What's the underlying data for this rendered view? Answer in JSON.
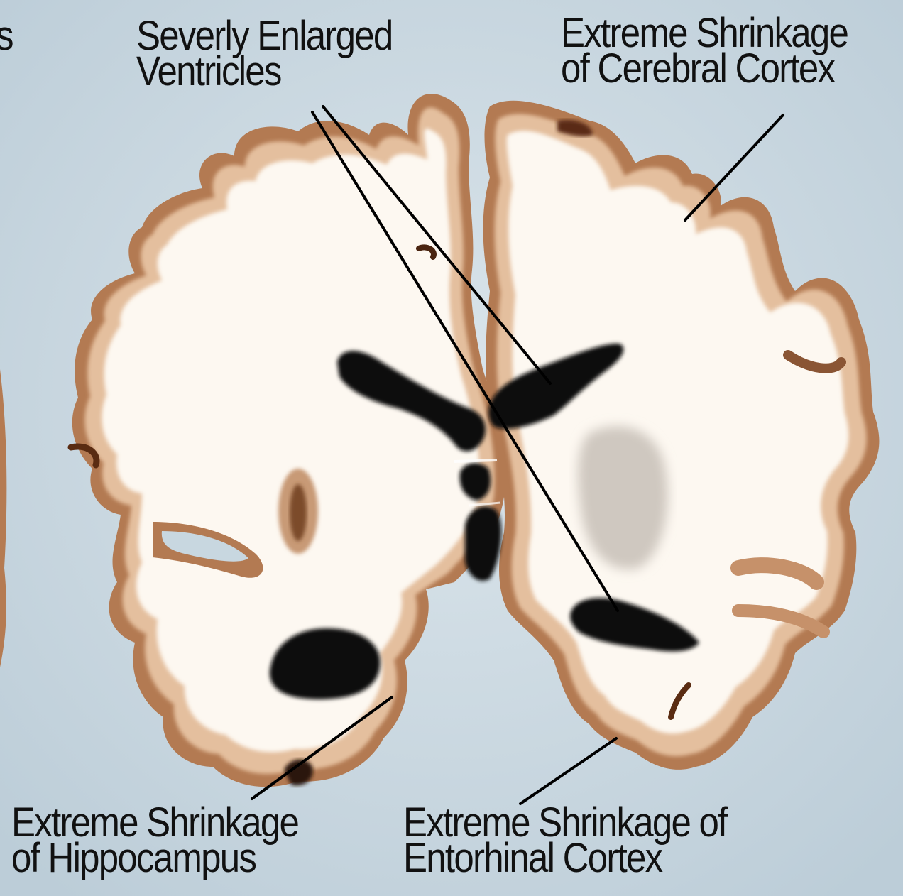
{
  "labels": {
    "cut_fragment": "s",
    "ventricles": [
      "Severly Enlarged",
      "Ventricles"
    ],
    "cerebral_cortex": [
      "Extreme Shrinkage",
      "of Cerebral Cortex"
    ],
    "hippocampus": [
      "Extreme Shrinkage",
      "of Hippocampus"
    ],
    "entorhinal_cortex": [
      "Extreme Shrinkage of",
      "Entorhinal Cortex"
    ]
  },
  "colors": {
    "background": "#c8d7e0",
    "cortex_outer": "#b97e55",
    "cortex_mid": "#e6c3a3",
    "white_matter": "#fdf7f0",
    "ventricle": "#111111",
    "basal_ganglia": "#cfc8c0",
    "leader_line": "#000000"
  }
}
